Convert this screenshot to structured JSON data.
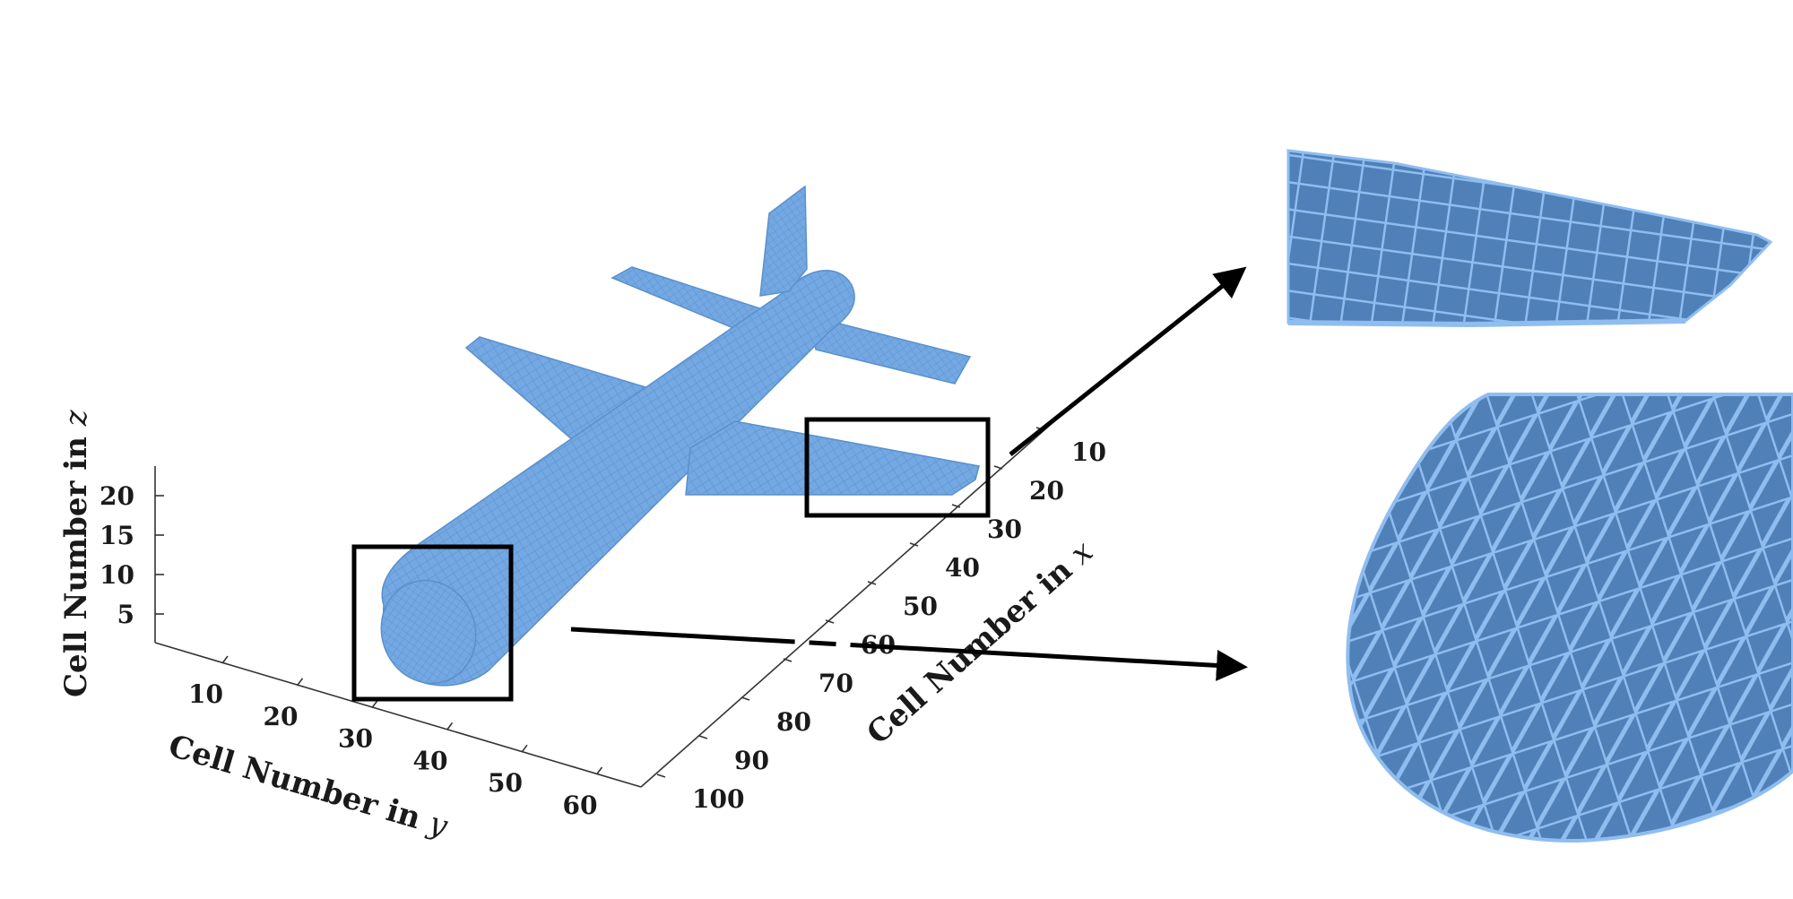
{
  "axes": {
    "z": {
      "title_prefix": "Cell Number in",
      "variable": "z",
      "ticks": [
        "5",
        "10",
        "15",
        "20"
      ]
    },
    "y": {
      "title_prefix": "Cell Number in",
      "variable": "y",
      "ticks": [
        "10",
        "20",
        "30",
        "40",
        "50",
        "60"
      ]
    },
    "x": {
      "title_prefix": "Cell Number in",
      "variable": "x",
      "ticks": [
        "10",
        "20",
        "30",
        "40",
        "50",
        "60",
        "70",
        "80",
        "90",
        "100"
      ]
    }
  },
  "colors": {
    "mesh_fill": "#74a8e3",
    "mesh_line": "#5a90cc",
    "inset_dark": "#4f80b8",
    "inset_line": "#8fbdf0",
    "frame": "#000000"
  },
  "insets": [
    {
      "name": "wing-tip-zoom",
      "content": "wing-mesh"
    },
    {
      "name": "nose-zoom",
      "content": "nose-mesh"
    }
  ]
}
